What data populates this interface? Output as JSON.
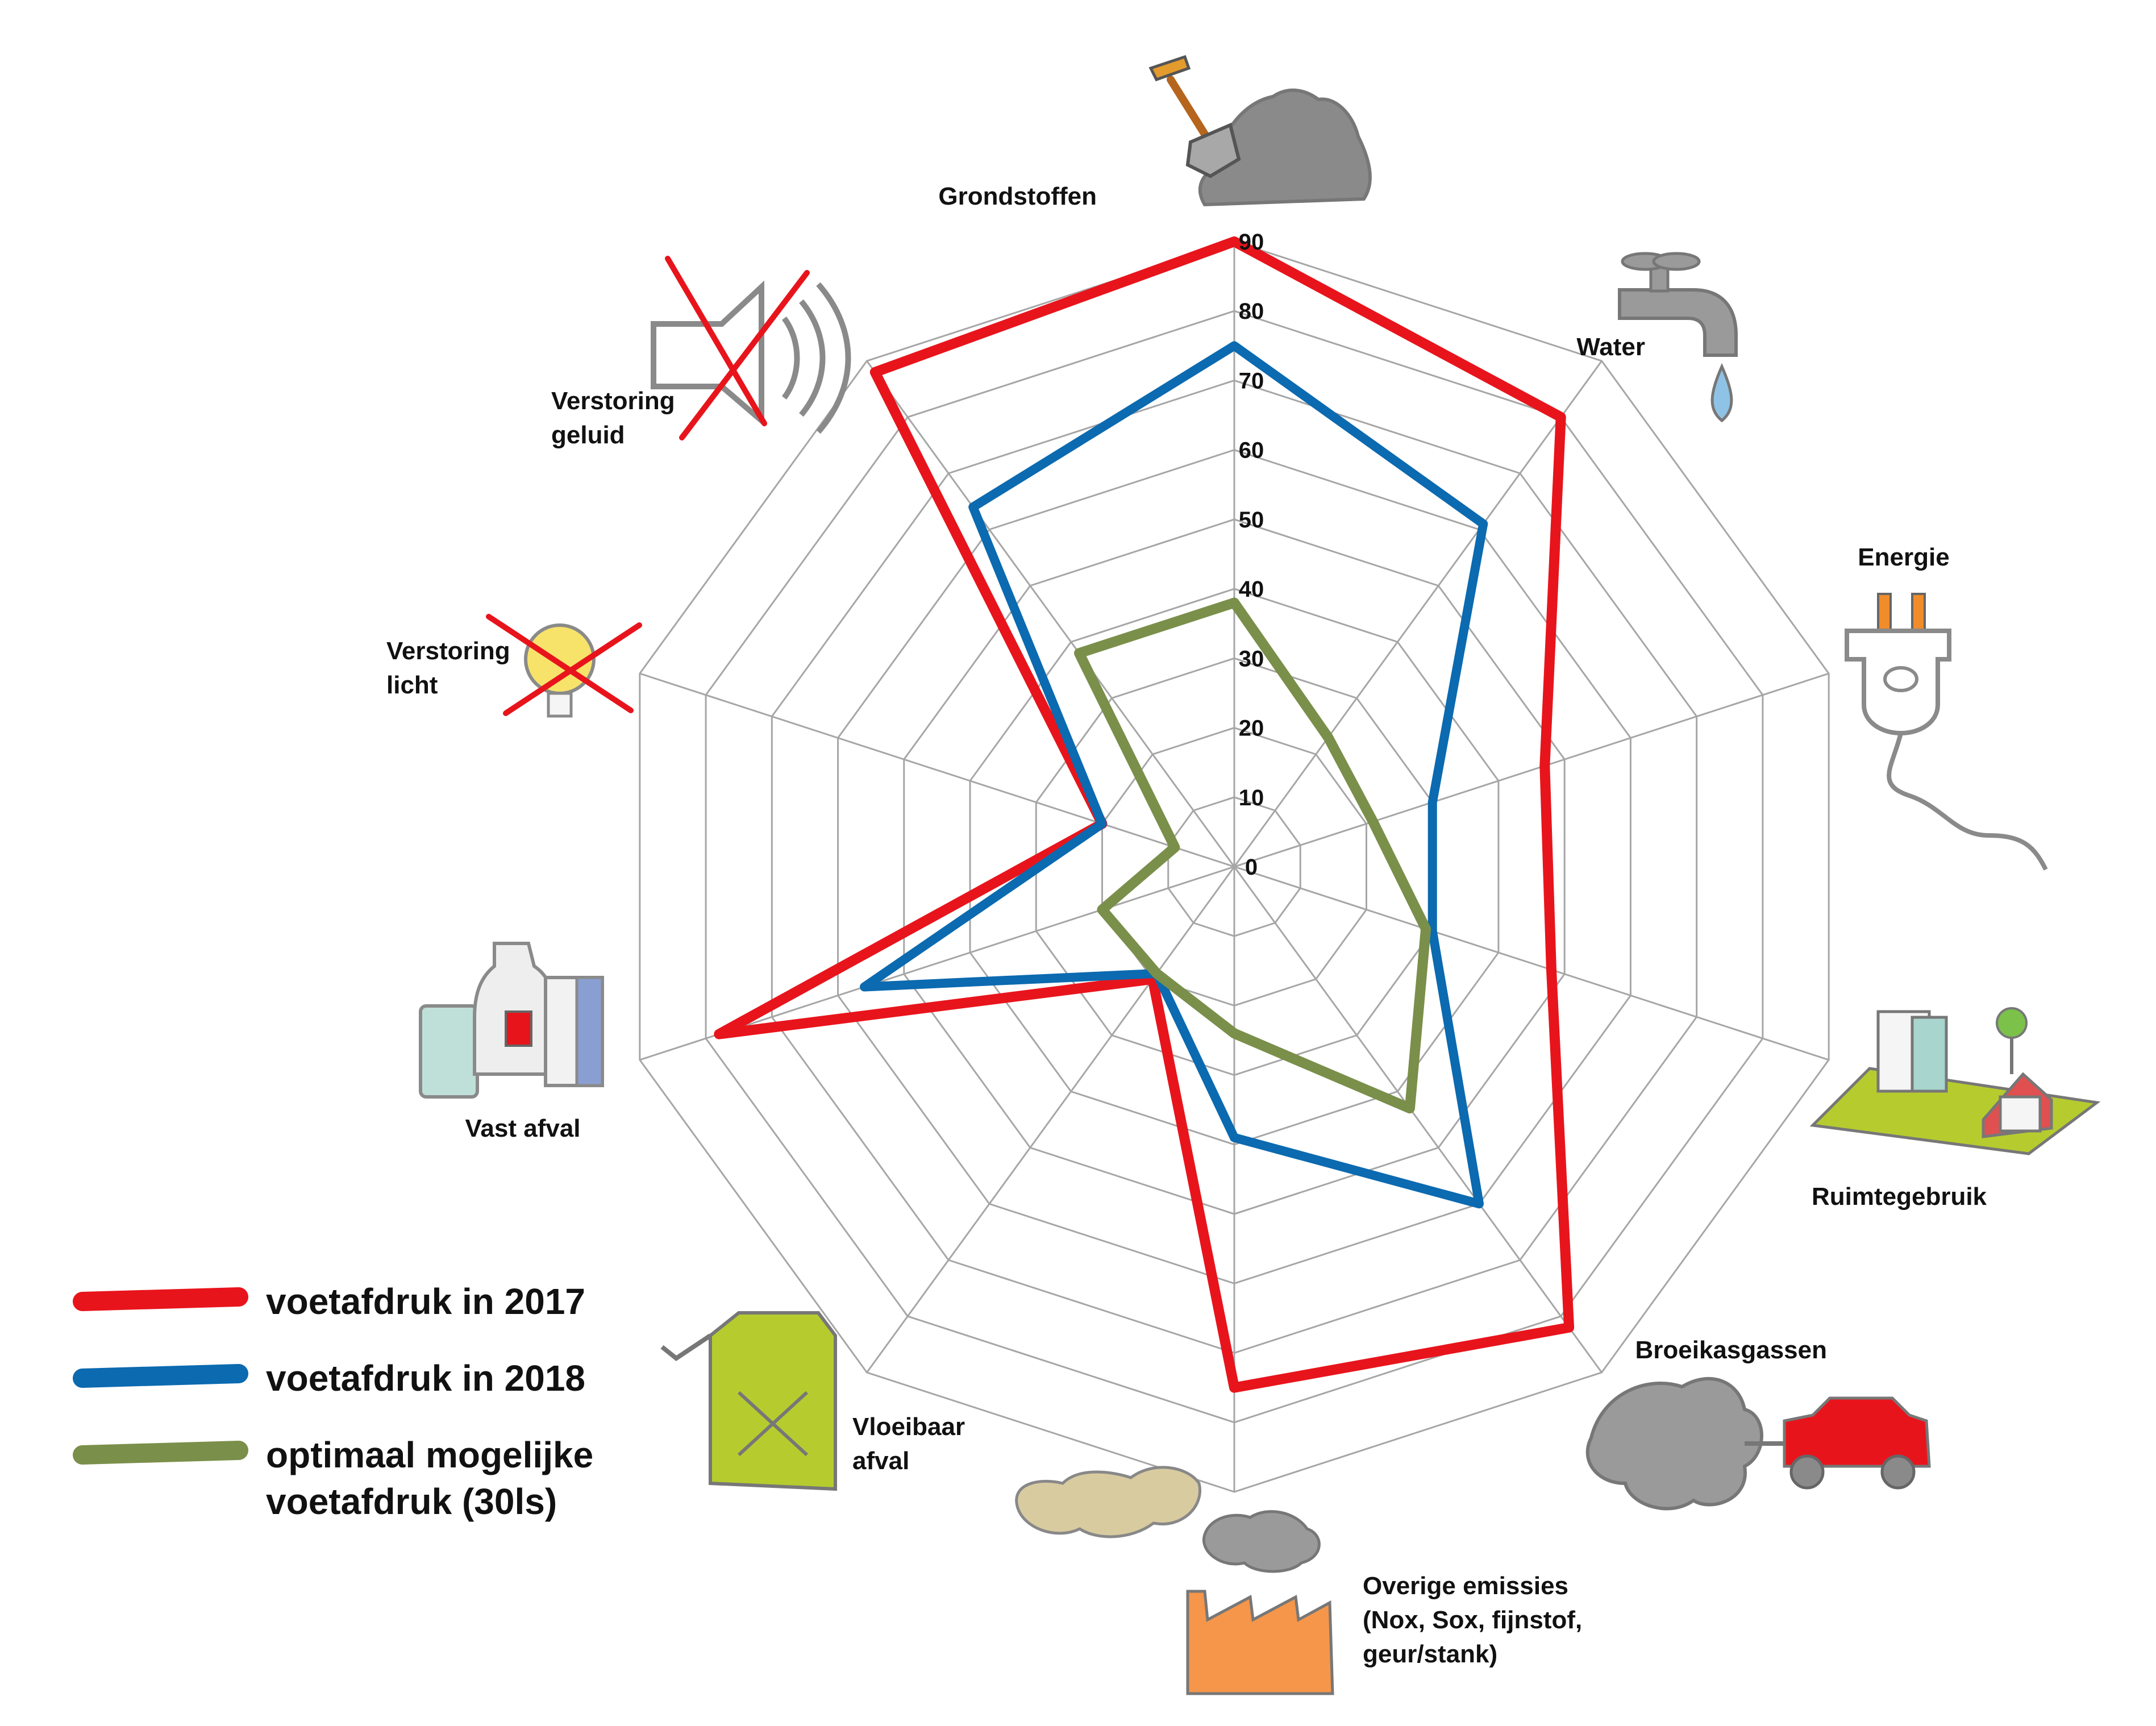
{
  "chart_data": {
    "type": "radar",
    "axes": [
      "Grondstoffen",
      "Water",
      "Energie",
      "Ruimtegebruik",
      "Broeikasgassen",
      "Overige emissies",
      "Vloeibaar afval",
      "Vast afval",
      "Verstoring licht",
      "Verstoring geluid"
    ],
    "axis_label_lines": [
      [
        "Grondstoffen"
      ],
      [
        "Water"
      ],
      [
        "Energie"
      ],
      [
        "Ruimtegebruik"
      ],
      [
        "Broeikasgassen"
      ],
      [
        "Overige emissies",
        "(Nox, Sox, fijnstof,",
        "geur/stank)"
      ],
      [
        "Vloeibaar",
        "afval"
      ],
      [
        "Vast afval"
      ],
      [
        "Verstoring",
        "licht"
      ],
      [
        "Verstoring",
        "geluid"
      ]
    ],
    "ticks": [
      "0",
      "10",
      "20",
      "30",
      "40",
      "50",
      "60",
      "70",
      "80",
      "90"
    ],
    "rmax": 90,
    "grid": true,
    "series": [
      {
        "name": "voetafdruk in 2017",
        "color": "#e8141c",
        "values": [
          90,
          80,
          47,
          48,
          82,
          75,
          20,
          78,
          20,
          88
        ]
      },
      {
        "name": "voetafdruk in 2018",
        "color": "#0b6ab0",
        "values": [
          75,
          61,
          30,
          30,
          60,
          39,
          19,
          56,
          20,
          64
        ]
      },
      {
        "name": "optimaal mogelijke voetafdruk (30ls)",
        "color": "#7a8f4a",
        "values": [
          38,
          23,
          21,
          29,
          43,
          24,
          19,
          20,
          9,
          38
        ]
      }
    ],
    "legend": {
      "position": "bottom-left",
      "entries": [
        {
          "lines": [
            "voetafdruk in 2017"
          ]
        },
        {
          "lines": [
            "voetafdruk in 2018"
          ]
        },
        {
          "lines": [
            "optimaal mogelijke",
            "voetafdruk (30ls)"
          ]
        }
      ]
    }
  },
  "icons": [
    "shovel-ore-pile-icon",
    "water-tap-icon",
    "power-plug-icon",
    "buildings-land-use-icon",
    "car-exhaust-cloud-icon",
    "factory-smoke-icon",
    "jerrycan-icon",
    "waste-containers-icon",
    "crossed-lightbulb-icon",
    "crossed-speaker-icon"
  ]
}
